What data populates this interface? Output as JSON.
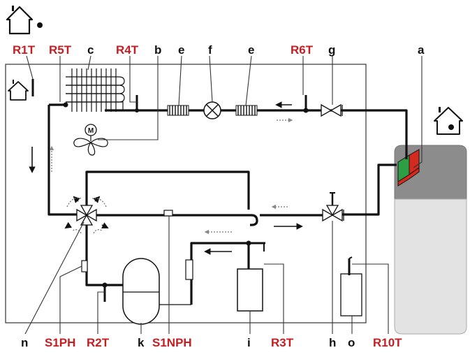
{
  "labels": {
    "R1T": "R1T",
    "R5T": "R5T",
    "c": "c",
    "R4T": "R4T",
    "b": "b",
    "e1": "e",
    "f": "f",
    "e2": "e",
    "R6T": "R6T",
    "g": "g",
    "a": "a",
    "n": "n",
    "S1PH": "S1PH",
    "R2T": "R2T",
    "k": "k",
    "S1NPH": "S1NPH",
    "i": "i",
    "R3T": "R3T",
    "h": "h",
    "o": "o",
    "R10T": "R10T"
  },
  "colors": {
    "label_black": "#111111",
    "label_red": "#c41e23",
    "tank_top": "#8c8c8c",
    "tank_bottom": "#e3e3e3",
    "exchanger_green": "#2e9e44",
    "exchanger_red": "#d52b1e"
  },
  "icons": {
    "outdoor": "house-icon",
    "indoor": "house-icon",
    "fan_motor": "M"
  }
}
